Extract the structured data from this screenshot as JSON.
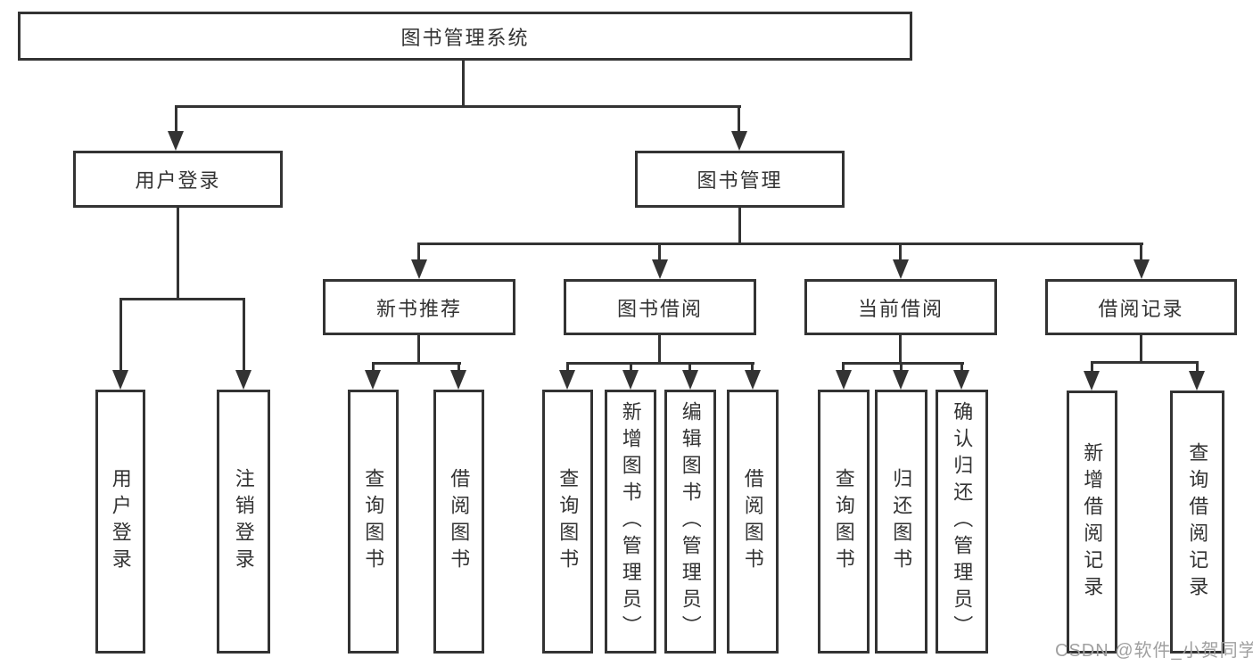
{
  "tree": {
    "root": "图书管理系统",
    "branches": [
      {
        "label": "用户登录",
        "leaves": [
          "用户登录",
          "注销登录"
        ]
      },
      {
        "label": "图书管理",
        "groups": [
          {
            "label": "新书推荐",
            "leaves": [
              "查询图书",
              "借阅图书"
            ]
          },
          {
            "label": "图书借阅",
            "leaves": [
              "查询图书",
              "新增图书（管理员）",
              "编辑图书（管理员）",
              "借阅图书"
            ]
          },
          {
            "label": "当前借阅",
            "leaves": [
              "查询图书",
              "归还图书",
              "确认归还（管理员）"
            ]
          },
          {
            "label": "借阅记录",
            "leaves": [
              "新增借阅记录",
              "查询借阅记录"
            ]
          }
        ]
      }
    ]
  },
  "watermark": "CSDN @软件_小贺同学",
  "colors": {
    "line": "#333333",
    "text": "#333333",
    "watermark": "#a0a0a0",
    "background": "#ffffff"
  }
}
